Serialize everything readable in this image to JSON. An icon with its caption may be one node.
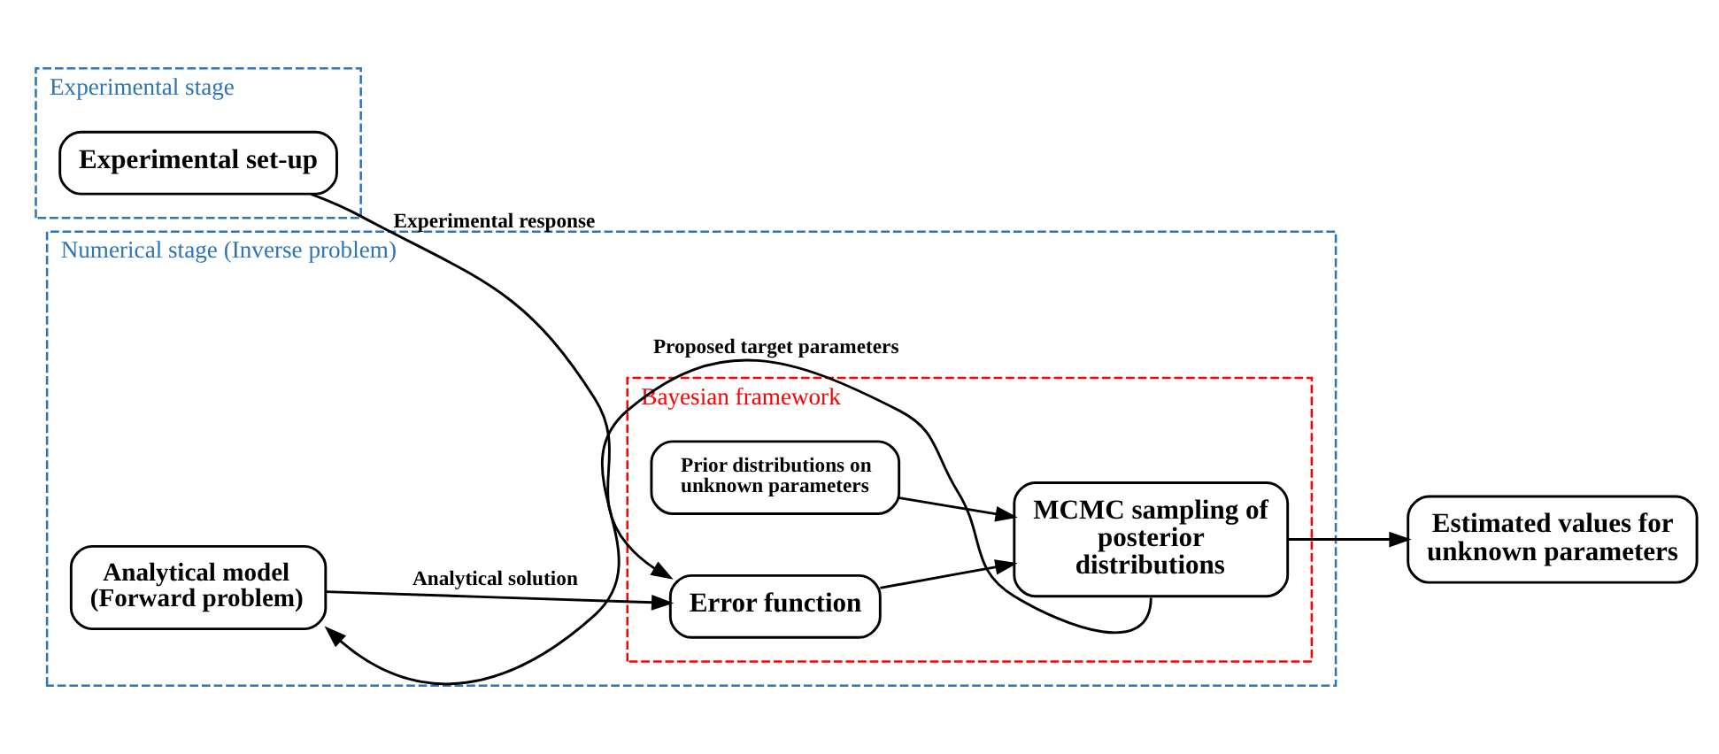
{
  "diagram": {
    "nodes": [
      {
        "text": [
          "Experimental stage"
        ]
      },
      {
        "text": [
          "Experimental set-up"
        ],
        "in": 0
      },
      {
        "text": [
          "Numerical stage (Inverse problem)"
        ]
      },
      {
        "text": [
          "Analytical model (Forward problem)"
        ],
        "in": 2
      },
      {
        "text": [
          "Bayesian framework"
        ],
        "in": 2
      },
      {
        "text": [
          "Prior distributions on unknown parameters"
        ],
        "in": 4
      },
      {
        "text": [
          "Error function"
        ],
        "in": 4
      },
      {
        "text": [
          "MCMC sampling of posterior distributions"
        ],
        "in": 4
      },
      {
        "text": [
          "Estimated values for unknown parameters"
        ]
      }
    ],
    "edges": [
      {
        "from": 1,
        "to": 6,
        "arrow": "to",
        "label": "Experimental response"
      },
      {
        "from": 3,
        "to": 6,
        "arrow": "to",
        "label": "Analytical solution"
      },
      {
        "from": 5,
        "to": 7,
        "arrow": "to"
      },
      {
        "from": 6,
        "to": 7,
        "arrow": "to"
      },
      {
        "from": 7,
        "to": 8,
        "arrow": "to"
      },
      {
        "from": 7,
        "to": 3,
        "arrow": "to",
        "label": "Proposed target parameters"
      }
    ]
  }
}
